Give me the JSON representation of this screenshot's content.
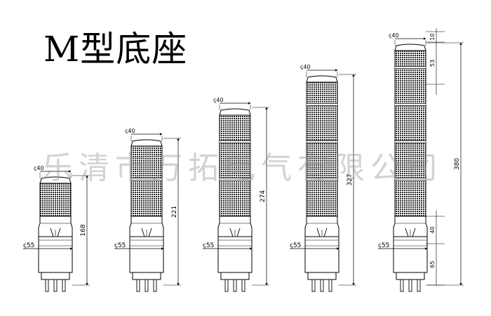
{
  "title": "M型底座",
  "watermark": "乐清市万拓电气有限公司",
  "diameter_top_label": "ç40",
  "diameter_base_label": "ç55",
  "units": [
    {
      "height": "168"
    },
    {
      "height": "221"
    },
    {
      "height": "274"
    },
    {
      "height": "327"
    },
    {
      "height": "380",
      "dims": [
        "10",
        "53",
        "40",
        "65"
      ]
    }
  ]
}
